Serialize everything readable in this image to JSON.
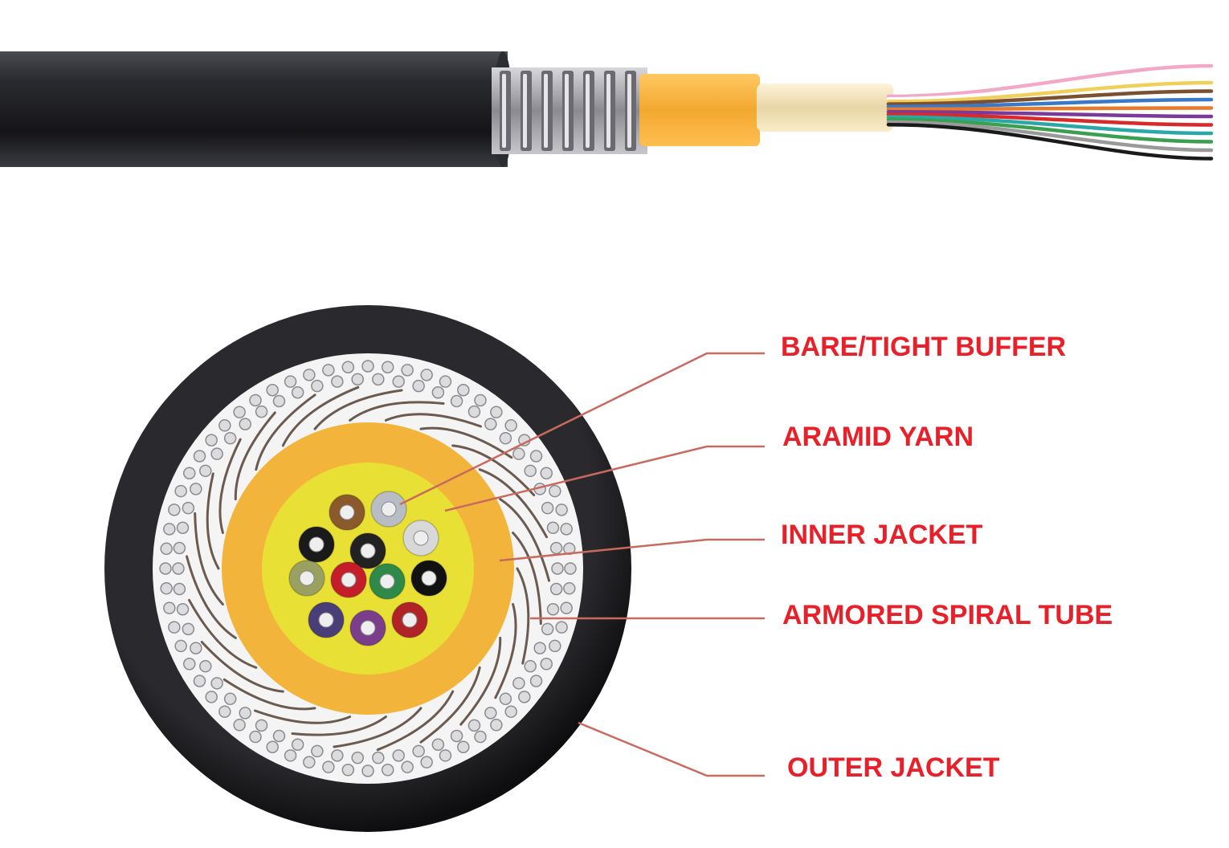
{
  "labels": {
    "bare_tight_buffer": "BARE/TIGHT BUFFER",
    "aramid_yarn": "ARAMID YARN",
    "inner_jacket": "INNER JACKET",
    "armored_spiral_tube": "ARMORED SPIRAL TUBE",
    "outer_jacket": "OUTER JACKET"
  },
  "colors": {
    "label_text": "#e8202a",
    "leader_line": "#c96a5e",
    "outer_jacket": "#1c1c1e",
    "armor": "#b9b9bd",
    "aramid_yarn": "#f2b43a",
    "inner_jacket": "#e8e034"
  },
  "fibers": [
    {
      "name": "brown",
      "color": "#8a5a2c"
    },
    {
      "name": "slate",
      "color": "#b8bcc4"
    },
    {
      "name": "black",
      "color": "#1a1a1a"
    },
    {
      "name": "black",
      "color": "#222222"
    },
    {
      "name": "white",
      "color": "#d8d8d8"
    },
    {
      "name": "olive",
      "color": "#9aa060"
    },
    {
      "name": "red",
      "color": "#c41e2a"
    },
    {
      "name": "green",
      "color": "#2f8a4a"
    },
    {
      "name": "black",
      "color": "#111111"
    },
    {
      "name": "violet",
      "color": "#4a3e78"
    },
    {
      "name": "violet",
      "color": "#7a3e8a"
    },
    {
      "name": "red",
      "color": "#b02428"
    }
  ],
  "strand_colors": [
    "#f4a8c8",
    "#ffffff",
    "#f0d05a",
    "#7a5030",
    "#3a78c8",
    "#e87a2a",
    "#7a3a9a",
    "#d82a2a",
    "#2aa8a8",
    "#3aa050",
    "#9a9a9a",
    "#1a1a1a"
  ]
}
